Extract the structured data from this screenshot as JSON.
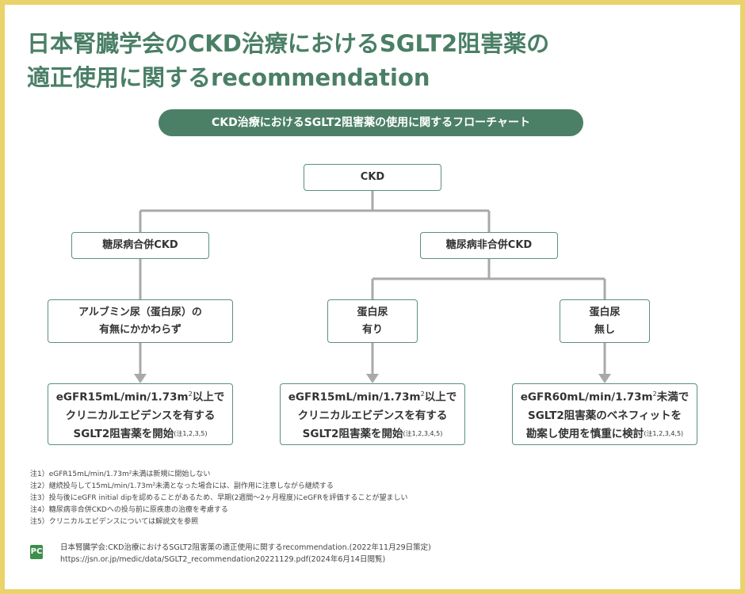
{
  "title": {
    "line1": "日本腎臓学会のCKD治療におけるSGLT2阻害薬の",
    "line2": "適正使用に関するrecommendation"
  },
  "flowchart_header": "CKD治療におけるSGLT2阻害薬の使用に関するフローチャート",
  "nodes": {
    "ckd": "CKD",
    "diabetic": "糖尿病合併CKD",
    "nondiabetic": "糖尿病非合併CKD",
    "albuminuria_any": {
      "line1": "アルブミン尿（蛋白尿）の",
      "line2": "有無にかかわらず"
    },
    "proteinuria_yes": {
      "line1": "蛋白尿",
      "line2": "有り"
    },
    "proteinuria_no": {
      "line1": "蛋白尿",
      "line2": "無し"
    },
    "result_left": {
      "line1_a": "eGFR15mL/min/1.73m",
      "line1_sup": "2",
      "line1_b": "以上で",
      "line2": "クリニカルエビデンスを有する",
      "line3": "SGLT2阻害薬を開始",
      "line3_note": "(注1,2,3,5)"
    },
    "result_middle": {
      "line1_a": "eGFR15mL/min/1.73m",
      "line1_sup": "2",
      "line1_b": "以上で",
      "line2": "クリニカルエビデンスを有する",
      "line3": "SGLT2阻害薬を開始",
      "line3_note": "(注1,2,3,4,5)"
    },
    "result_right": {
      "line1_a": "eGFR60mL/min/1.73m",
      "line1_sup": "2",
      "line1_b": "未満で",
      "line2": "SGLT2阻害薬のベネフィットを",
      "line3": "勘案し使用を慎重に検討",
      "line3_note": "(注1,2,3,4,5)"
    }
  },
  "notes": [
    "注1）eGFR15mL/min/1.73m²未満は新規に開始しない",
    "注2）継続投与して15mL/min/1.73m²未満となった場合には、副作用に注意しながら継続する",
    "注3）投与後にeGFR initial dipを認めることがあるため、早期(2週間〜2ヶ月程度)にeGFRを評価することが望ましい",
    "注4）糖尿病非合併CKDへの投与前に原疾患の治療を考慮する",
    "注5）クリニカルエビデンスについては解説文を参照"
  ],
  "source": {
    "logo": "PC",
    "line1": "日本腎臓学会:CKD治療におけるSGLT2阻害薬の適正使用に関するrecommendation.(2022年11月29日策定)",
    "line2": "https://jsn.or.jp/medic/data/SGLT2_recommendation20221129.pdf(2024年6月14日閲覧)"
  },
  "colors": {
    "accent": "#4c8066",
    "border": "#e9d36a",
    "connector": "#a9a9a9"
  }
}
